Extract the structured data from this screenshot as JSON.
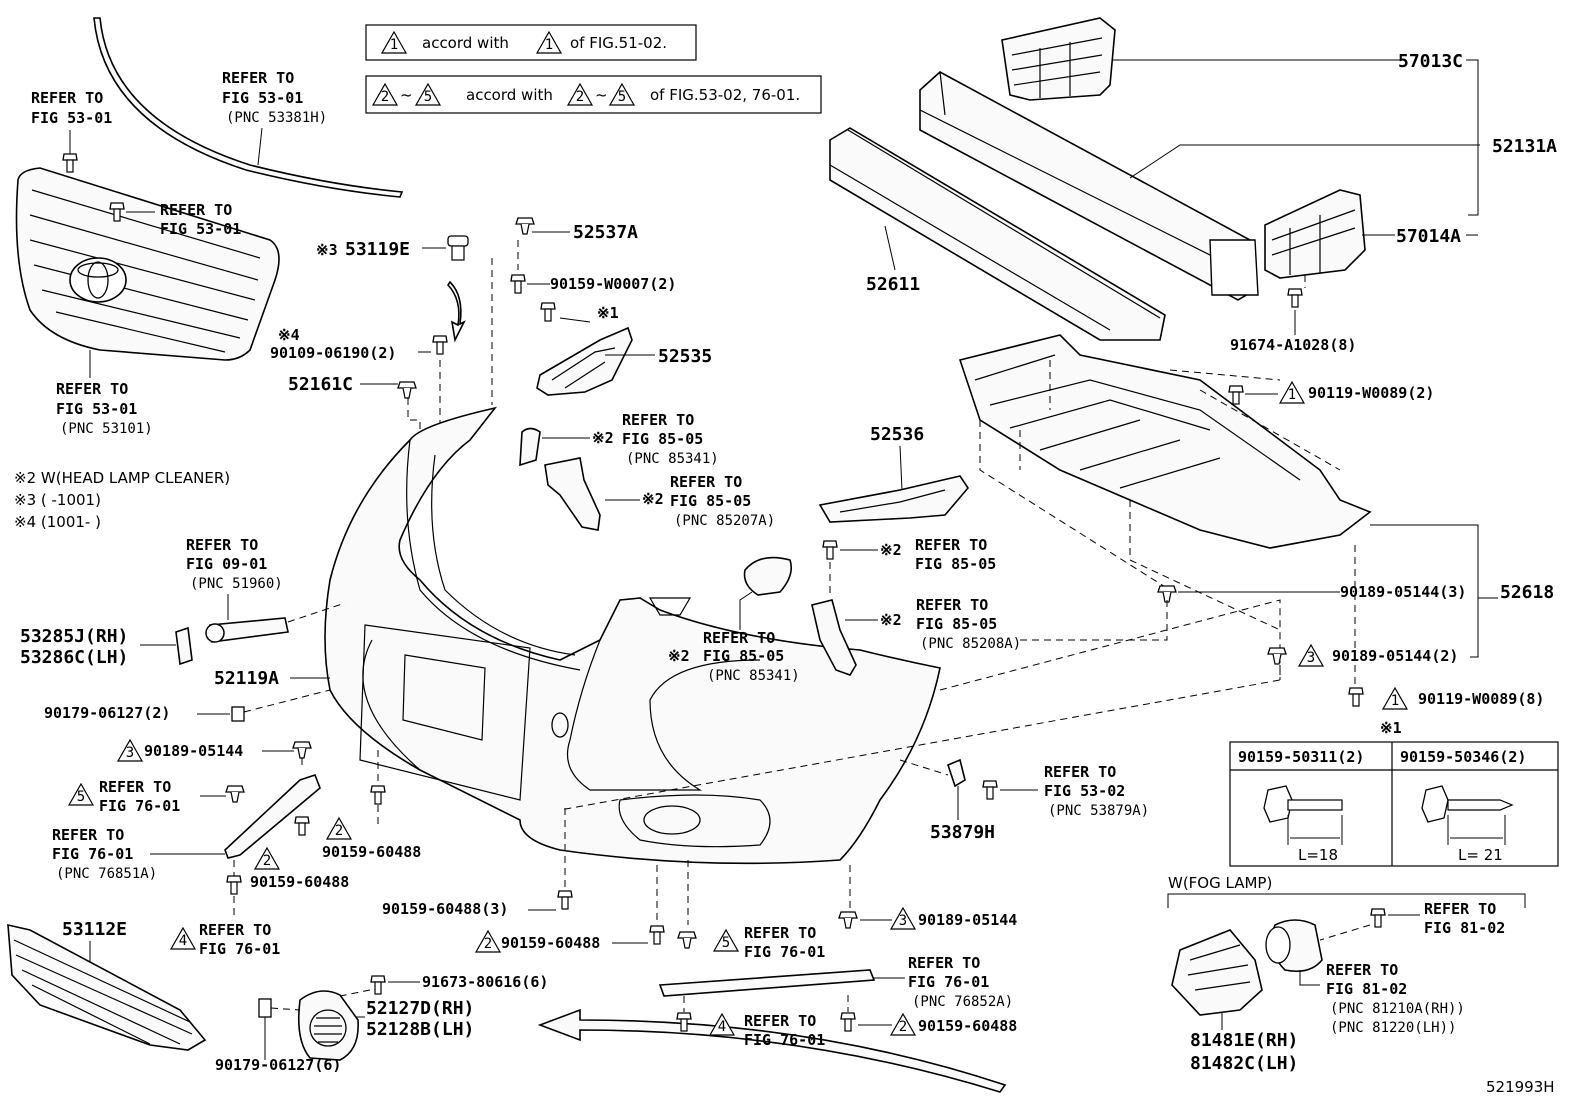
{
  "legend": {
    "row1": {
      "sym": "1",
      "text1": "accord with",
      "sym2": "1",
      "text2": "of FIG.51-02."
    },
    "row2": {
      "sym_a": "2",
      "tilde": "~",
      "sym_b": "5",
      "text1": "accord with",
      "sym_c": "2",
      "tilde2": "~",
      "sym_d": "5",
      "text2": "of FIG.53-02, 76-01."
    }
  },
  "notes": {
    "n2": "※2 W(HEAD LAMP CLEANER)",
    "n3": "※3 (      -1001)",
    "n4": "※4 (1001-      )"
  },
  "callouts": {
    "refer_to": "REFER TO",
    "fig_53_01": "FIG 53-01",
    "pnc_53381h": "(PNC 53381H)",
    "pnc_53101": "(PNC 53101)",
    "fig_09_01": "FIG 09-01",
    "pnc_51960": "(PNC 51960)",
    "fig_85_05": "FIG 85-05",
    "pnc_85341": "(PNC 85341)",
    "pnc_85207a": "(PNC 85207A)",
    "pnc_85208a": "(PNC 85208A)",
    "fig_76_01": "FIG 76-01",
    "pnc_76851a": "(PNC 76851A)",
    "pnc_76852a": "(PNC 76852A)",
    "fig_53_02": "FIG 53-02",
    "pnc_53879a": "(PNC 53879A)",
    "fig_81_02": "FIG 81-02",
    "pnc_81210a": "(PNC 81210A(RH))",
    "pnc_81220": "(PNC 81220(LH))",
    "fog": "W(FOG LAMP)",
    "m1": "※1",
    "m2": "※2",
    "m3": "※3",
    "m4": "※4"
  },
  "parts": {
    "p57013c": "57013C",
    "p52131a": "52131A",
    "p57014a": "57014A",
    "p52611": "52611",
    "p91674": "91674-A1028(8)",
    "p90119a": "90119-W0089(2)",
    "p52618": "52618",
    "p90189_3": "90189-05144(3)",
    "p90189_2": "90189-05144(2)",
    "p90119b": "90119-W0089(8)",
    "p52537a": "52537A",
    "p90159w": "90159-W0007(2)",
    "p52535": "52535",
    "p53119e": "53119E",
    "p90109": "90109-06190(2)",
    "p52161c": "52161C",
    "p52536": "52536",
    "p53285j": "53285J(RH)",
    "p53286c": "53286C(LH)",
    "p52119a": "52119A",
    "p90179a": "90179-06127(2)",
    "p90189b": "90189-05144",
    "p90159_60488a": "90159-60488",
    "p90159_60488b": "90159-60488",
    "p90159_60488_3": "90159-60488(3)",
    "p90159_60488c": "90159-60488",
    "p90159_60488d": "90159-60488",
    "p90189c": "90189-05144",
    "p53879h": "53879H",
    "p53112e": "53112E",
    "p91673": "91673-80616(6)",
    "p52127d": "52127D(RH)",
    "p52128b": "52128B(LH)",
    "p90179b": "90179-06127(6)",
    "p81481e": "81481E(RH)",
    "p81482c": "81482C(LH)"
  },
  "screw_table": {
    "col1": "90159-50311(2)",
    "col2": "90159-50346(2)",
    "l1": "L=18",
    "l2": "L= 21"
  },
  "footer_id": "521993H",
  "tri": {
    "t1": "1",
    "t2": "2",
    "t3": "3",
    "t4": "4",
    "t5": "5"
  }
}
